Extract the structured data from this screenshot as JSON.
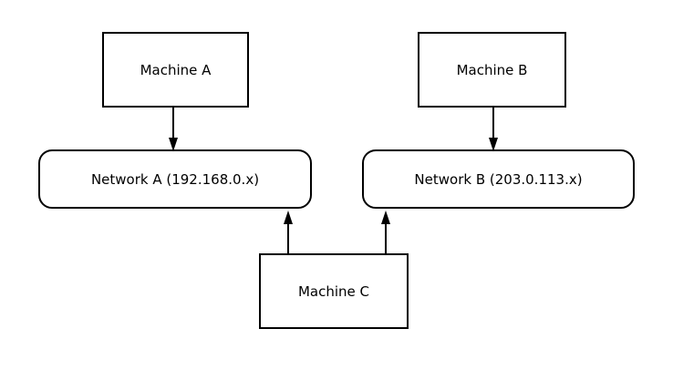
{
  "diagram": {
    "background_color": "#ffffff",
    "stroke_color": "#000000",
    "text_color": "#000000",
    "nodes": {
      "machine_a": {
        "label": "Machine A",
        "shape": "rectangle"
      },
      "machine_b": {
        "label": "Machine B",
        "shape": "rectangle"
      },
      "network_a": {
        "label": "Network A (192.168.0.x)",
        "shape": "rounded-rectangle"
      },
      "network_b": {
        "label": "Network B (203.0.113.x)",
        "shape": "rounded-rectangle"
      },
      "machine_c": {
        "label": "Machine C",
        "shape": "rectangle"
      }
    },
    "edges": [
      {
        "from": "machine_a",
        "to": "network_a",
        "arrow": "solid-triangle"
      },
      {
        "from": "machine_b",
        "to": "network_b",
        "arrow": "solid-triangle"
      },
      {
        "from": "machine_c",
        "to": "network_a",
        "arrow": "solid-triangle"
      },
      {
        "from": "machine_c",
        "to": "network_b",
        "arrow": "solid-triangle"
      }
    ]
  }
}
